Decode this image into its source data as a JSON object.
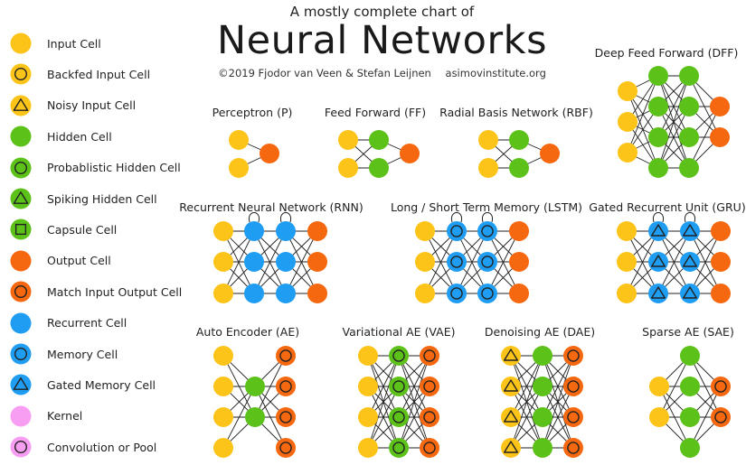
{
  "header": {
    "subtitle": "A mostly complete chart of",
    "title": "Neural Networks",
    "copyright": "©2019 Fjodor van Veen & Stefan Leijnen",
    "site": "asimovinstitute.org"
  },
  "colors": {
    "input": "#fcc419",
    "hidden": "#5cc21a",
    "output": "#f5680f",
    "recurrent": "#1f9df2",
    "kernel": "#f79ef2",
    "outline": "#222222",
    "edge": "#222222"
  },
  "legend": [
    {
      "label": "Input Cell",
      "icon": "input-cell"
    },
    {
      "label": "Backfed Input Cell",
      "icon": "backfed-input-cell"
    },
    {
      "label": "Noisy Input Cell",
      "icon": "noisy-input-cell"
    },
    {
      "label": "Hidden Cell",
      "icon": "hidden-cell"
    },
    {
      "label": "Probablistic Hidden Cell",
      "icon": "probabilistic-hidden-cell"
    },
    {
      "label": "Spiking Hidden Cell",
      "icon": "spiking-hidden-cell"
    },
    {
      "label": "Capsule Cell",
      "icon": "capsule-cell"
    },
    {
      "label": "Output Cell",
      "icon": "output-cell"
    },
    {
      "label": "Match Input Output Cell",
      "icon": "match-input-output-cell"
    },
    {
      "label": "Recurrent Cell",
      "icon": "recurrent-cell"
    },
    {
      "label": "Memory Cell",
      "icon": "memory-cell"
    },
    {
      "label": "Gated Memory Cell",
      "icon": "gated-memory-cell"
    },
    {
      "label": "Kernel",
      "icon": "kernel"
    },
    {
      "label": "Convolution or Pool",
      "icon": "convolution-or-pool"
    }
  ],
  "networks": [
    {
      "id": "perceptron",
      "title": "Perceptron (P)",
      "layers": [
        [
          "input",
          "input"
        ],
        [
          "output"
        ]
      ]
    },
    {
      "id": "feed-forward",
      "title": "Feed Forward (FF)",
      "layers": [
        [
          "input",
          "input"
        ],
        [
          "hidden",
          "hidden"
        ],
        [
          "output"
        ]
      ]
    },
    {
      "id": "rbf",
      "title": "Radial Basis Network (RBF)",
      "layers": [
        [
          "input",
          "input"
        ],
        [
          "hidden",
          "hidden"
        ],
        [
          "output"
        ]
      ]
    },
    {
      "id": "dff",
      "title": "Deep Feed Forward (DFF)",
      "layers": [
        [
          "input",
          "input",
          "input"
        ],
        [
          "hidden",
          "hidden",
          "hidden",
          "hidden"
        ],
        [
          "hidden",
          "hidden",
          "hidden",
          "hidden"
        ],
        [
          "output",
          "output"
        ]
      ]
    },
    {
      "id": "rnn",
      "title": "Recurrent Neural Network (RNN)",
      "layers": [
        [
          "input",
          "input",
          "input"
        ],
        [
          "recurrent",
          "recurrent",
          "recurrent"
        ],
        [
          "recurrent",
          "recurrent",
          "recurrent"
        ],
        [
          "output",
          "output",
          "output"
        ]
      ]
    },
    {
      "id": "lstm",
      "title": "Long / Short Term Memory (LSTM)",
      "layers": [
        [
          "input",
          "input",
          "input"
        ],
        [
          "memory",
          "memory",
          "memory"
        ],
        [
          "memory",
          "memory",
          "memory"
        ],
        [
          "output",
          "output",
          "output"
        ]
      ]
    },
    {
      "id": "gru",
      "title": "Gated Recurrent Unit (GRU)",
      "layers": [
        [
          "input",
          "input",
          "input"
        ],
        [
          "gated",
          "gated",
          "gated"
        ],
        [
          "gated",
          "gated",
          "gated"
        ],
        [
          "output",
          "output",
          "output"
        ]
      ]
    },
    {
      "id": "ae",
      "title": "Auto Encoder (AE)",
      "layers": [
        [
          "input",
          "input",
          "input",
          "input"
        ],
        [
          "hidden",
          "hidden"
        ],
        [
          "match",
          "match",
          "match",
          "match"
        ]
      ]
    },
    {
      "id": "vae",
      "title": "Variational AE (VAE)",
      "layers": [
        [
          "input",
          "input",
          "input",
          "input"
        ],
        [
          "probabilistic",
          "probabilistic",
          "probabilistic",
          "probabilistic"
        ],
        [
          "match",
          "match",
          "match",
          "match"
        ]
      ]
    },
    {
      "id": "dae",
      "title": "Denoising AE (DAE)",
      "layers": [
        [
          "noisy",
          "noisy",
          "noisy",
          "noisy"
        ],
        [
          "hidden",
          "hidden",
          "hidden",
          "hidden"
        ],
        [
          "match",
          "match",
          "match",
          "match"
        ]
      ]
    },
    {
      "id": "sae",
      "title": "Sparse AE (SAE)",
      "layers": [
        [
          "input",
          "input"
        ],
        [
          "hidden",
          "hidden",
          "hidden",
          "hidden"
        ],
        [
          "match",
          "match"
        ]
      ]
    }
  ]
}
